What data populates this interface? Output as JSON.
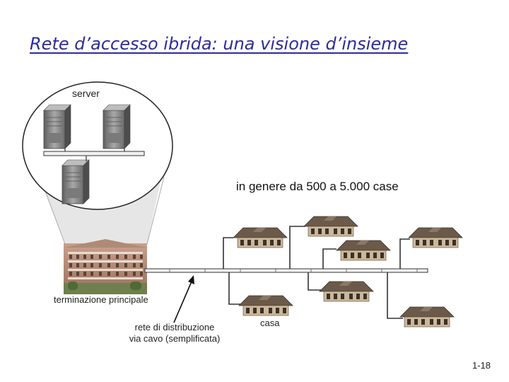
{
  "slide": {
    "title": "Rete d’accesso ibrida: una visione d’insieme",
    "page_number": "1-18"
  },
  "labels": {
    "server": "server",
    "homes_note": "in genere  da 500 a 5.000 case",
    "headend": "terminazione principale",
    "distribution_line1": "rete di distribuzione",
    "distribution_line2": "via cavo (semplificata)",
    "home": "casa"
  },
  "colors": {
    "title": "#2c2c9a",
    "cable": "#333333",
    "roof": "#6b5a4a",
    "wall": "#c9b89a",
    "server": "#8c8c8c"
  }
}
